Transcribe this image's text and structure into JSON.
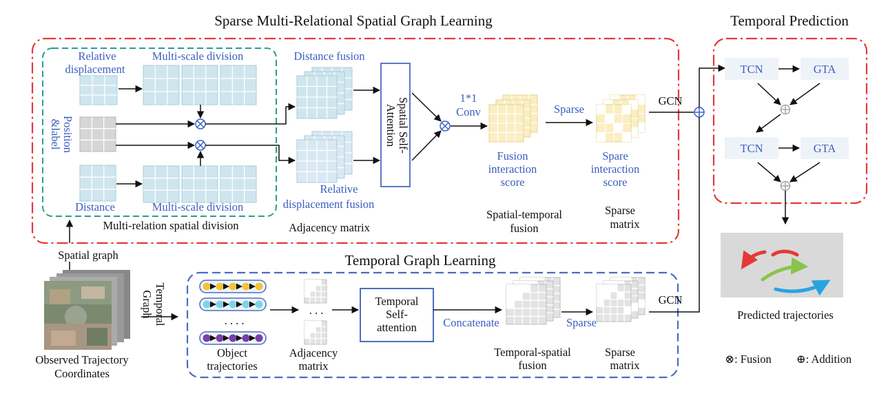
{
  "titles": {
    "spatial": "Sparse Multi-Relational Spatial Graph Learning",
    "temporal_pred": "Temporal Prediction",
    "temporal_graph": "Temporal Graph Learning"
  },
  "spatial": {
    "relative_displacement_1": "Relative",
    "relative_displacement_2": "displacement",
    "multiscale_top": "Multi-scale division",
    "position_label_1": "Position",
    "position_label_2": "&label",
    "distance": "Distance",
    "multiscale_bottom": "Multi-scale division",
    "multi_relation_division": "Multi-relation spatial division",
    "distance_fusion": "Distance fusion",
    "relative_fusion_1": "Relative",
    "relative_fusion_2": "displacement fusion",
    "adjacency_matrix": "Adjacency matrix",
    "self_attention_1": "Spatial Self-",
    "self_attention_2": "Attention",
    "conv_1": "1*1",
    "conv_2": "Conv",
    "fusion_score_1": "Fusion",
    "fusion_score_2": "interaction",
    "fusion_score_3": "score",
    "sparse": "Sparse",
    "spare_score_1": "Spare",
    "spare_score_2": "interaction",
    "spare_score_3": "score",
    "st_fusion_1": "Spatial-temporal",
    "st_fusion_2": "fusion",
    "sparse_matrix_1": "Sparse",
    "sparse_matrix_2": "matrix",
    "gcn": "GCN"
  },
  "temporal_prediction": {
    "tcn": "TCN",
    "gta": "GTA",
    "predicted": "Predicted trajectories"
  },
  "input": {
    "spatial_graph": "Spatial graph",
    "observed_1": "Observed Trajectory",
    "observed_2": "Coordinates",
    "temporal_graph_1": "Temporal",
    "temporal_graph_2": "Graph"
  },
  "temporal": {
    "object_traj_1": "Object",
    "object_traj_2": "trajectories",
    "dots": ". . . .",
    "adj_dots": ". . .",
    "adjacency_1": "Adjacency",
    "adjacency_2": "matrix",
    "self_attention_1": "Temporal",
    "self_attention_2": "Self-",
    "self_attention_3": "attention",
    "concatenate": "Concatenate",
    "sparse": "Sparse",
    "ts_fusion_1": "Temporal-spatial",
    "ts_fusion_2": "fusion",
    "sparse_matrix_1": "Sparse",
    "sparse_matrix_2": "matrix",
    "gcn": "GCN"
  },
  "legend": {
    "fusion": "⊗: Fusion",
    "addition": "⊕: Addition"
  },
  "colors": {
    "red_dashed": "#e53935",
    "teal_dashed": "#2a9d8f",
    "blue_dashed": "#4a6cc0",
    "grid_blue": "#cfe6ee",
    "grid_yellow": "#fbeec2",
    "grid_gray": "#d6d6d6",
    "label_blue": "#3b5fbf",
    "box_blue": "#eef3f8"
  }
}
